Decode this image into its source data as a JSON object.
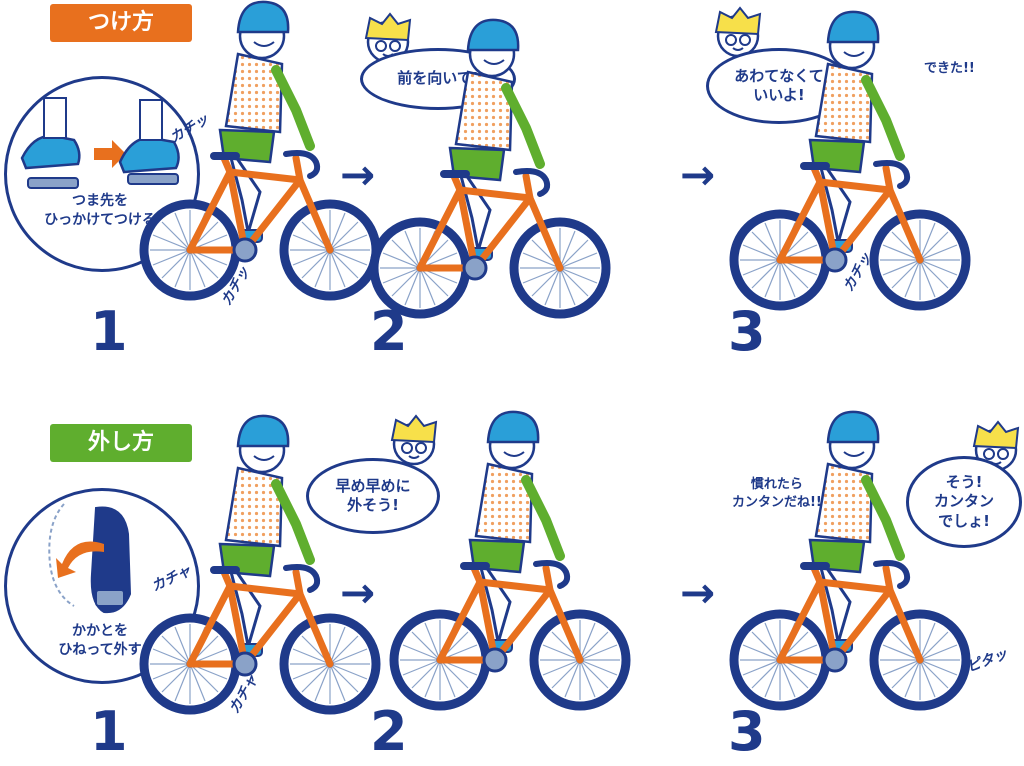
{
  "colors": {
    "navy": "#1f3a8a",
    "orange": "#e8701e",
    "green": "#5fae2e",
    "dot_orange": "#f0a060",
    "helmet": "#2a9fd8"
  },
  "attach": {
    "label": "つけ方",
    "circle_caption": "つま先を\nひっかけてつける",
    "circle_sfx": "カチッ",
    "steps": [
      {
        "number": "1",
        "sfx": "カチッ"
      },
      {
        "number": "2",
        "bubble": "前を向いて!"
      },
      {
        "number": "3",
        "bubble": "あわてなくて\nいいよ!",
        "shout": "できた!!",
        "sfx": "カチッ"
      }
    ]
  },
  "detach": {
    "label": "外し方",
    "circle_caption": "かかとを\nひねって外す",
    "circle_sfx": "カチャ",
    "steps": [
      {
        "number": "1",
        "sfx": "カチャ"
      },
      {
        "number": "2",
        "bubble": "早め早めに\n外そう!"
      },
      {
        "number": "3",
        "bubble": "そう!\nカンタン\nでしょ!",
        "shout": "慣れたら\nカンタンだね!!",
        "sfx": "ピタッ"
      }
    ]
  },
  "arrow_glyph": "→"
}
